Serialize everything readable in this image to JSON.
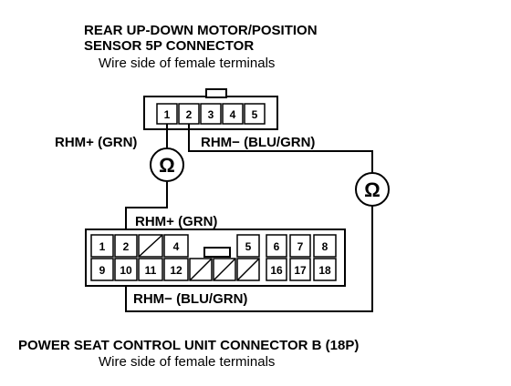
{
  "top_connector": {
    "title_line1": "REAR UP-DOWN MOTOR/POSITION",
    "title_line2": "SENSOR 5P CONNECTOR",
    "subtitle": "Wire side of female terminals",
    "pins": [
      "1",
      "2",
      "3",
      "4",
      "5"
    ]
  },
  "bottom_connector": {
    "title": "POWER SEAT CONTROL UNIT CONNECTOR B (18P)",
    "subtitle": "Wire side of female terminals",
    "row1_pins": [
      "1",
      "2",
      "",
      "4",
      "",
      "",
      "5",
      "6",
      "7",
      "8"
    ],
    "row2_pins": [
      "9",
      "10",
      "11",
      "12",
      "",
      "",
      "",
      "16",
      "17",
      "18"
    ]
  },
  "wire_labels": {
    "rhm_plus_top": "RHM+ (GRN)",
    "rhm_minus_top": "RHM− (BLU/GRN)",
    "rhm_plus_bottom": "RHM+ (GRN)",
    "rhm_minus_bottom": "RHM− (BLU/GRN)"
  },
  "meters": {
    "left_symbol": "Ω",
    "right_symbol": "Ω"
  }
}
